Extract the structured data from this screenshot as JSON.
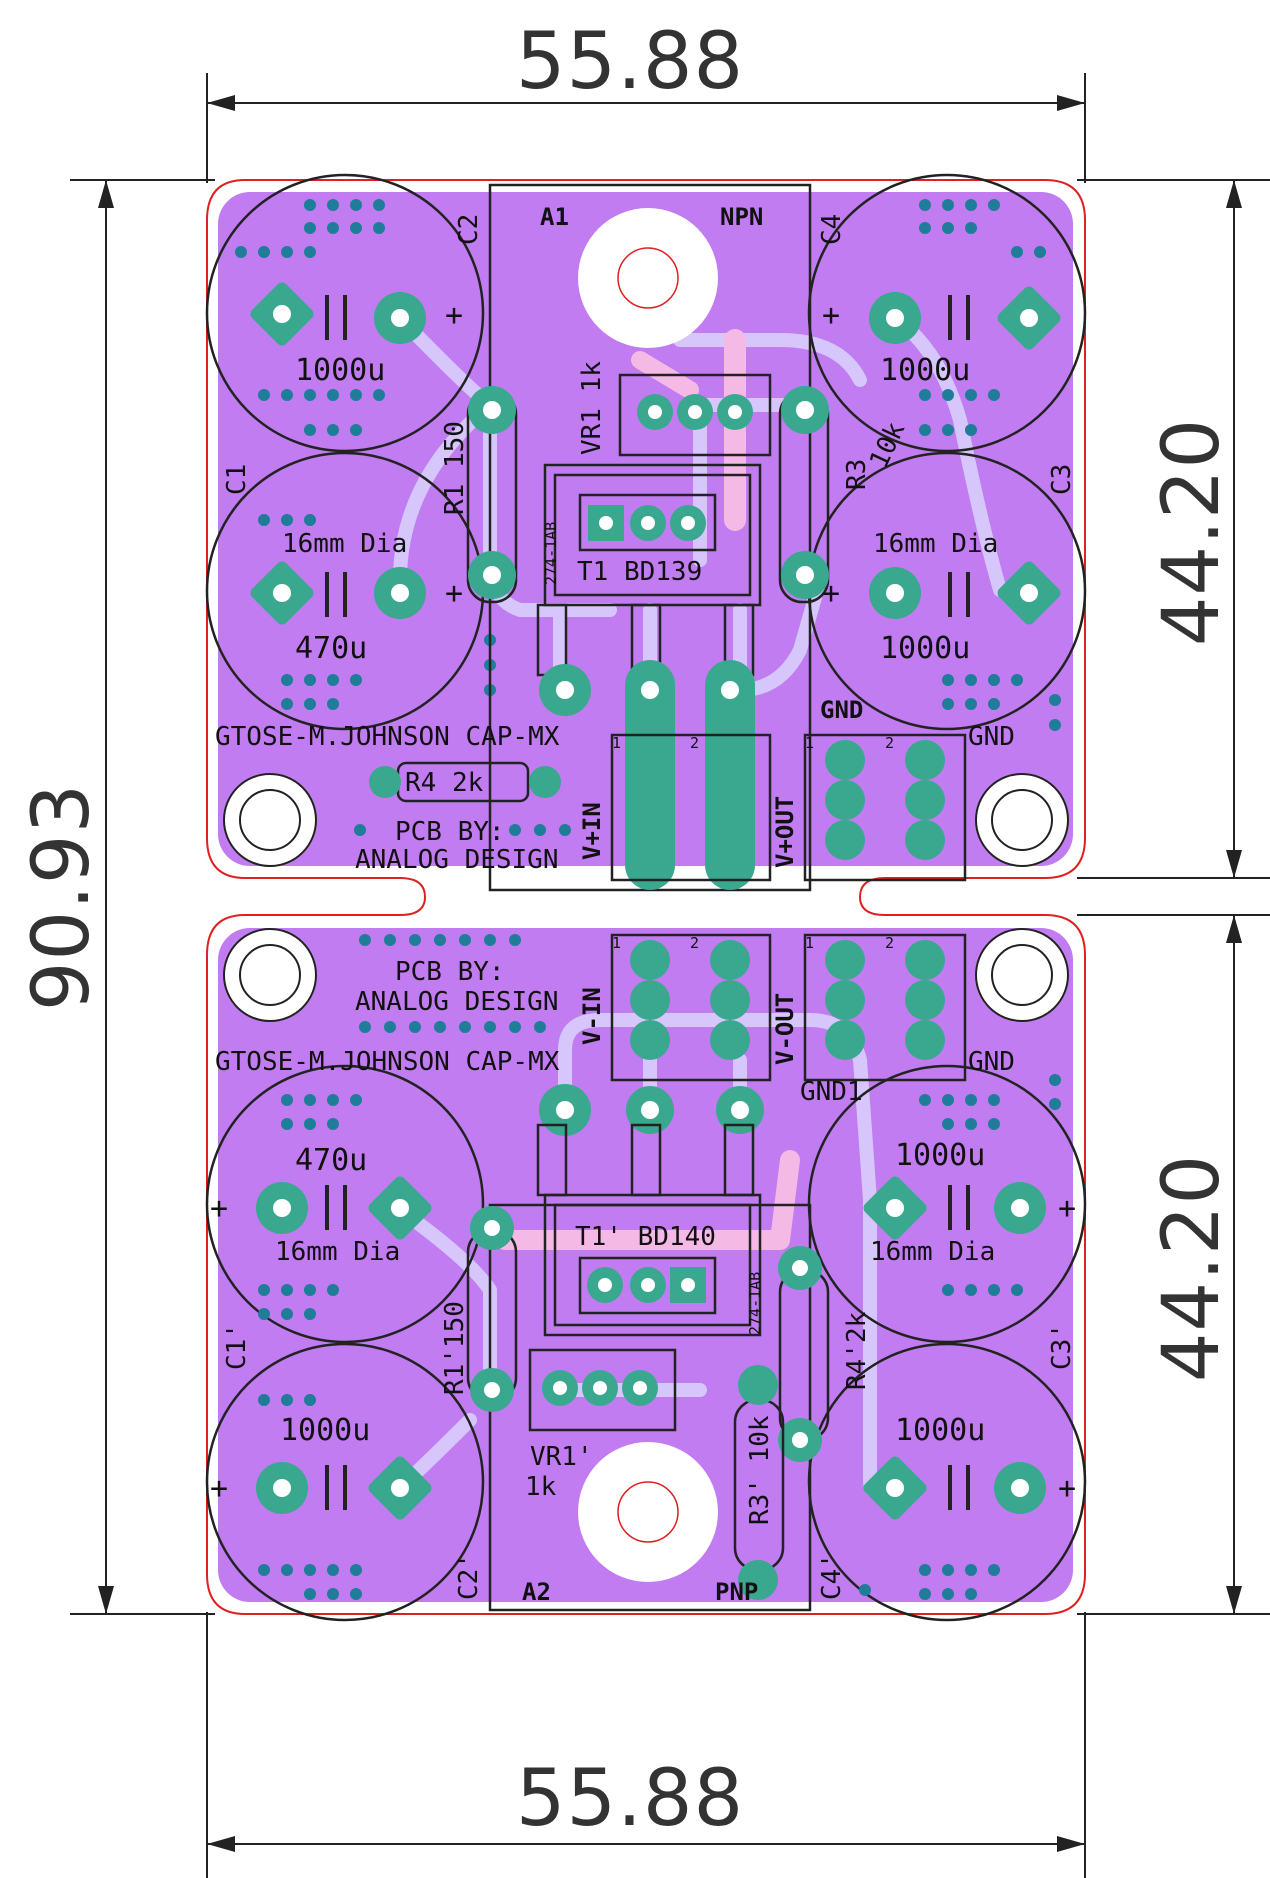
{
  "dimensions": {
    "top_width": "55.88",
    "bottom_width": "55.88",
    "total_height": "90.93",
    "upper_height": "44.20",
    "lower_height": "44.20"
  },
  "upper_board": {
    "labels": {
      "a1": "A1",
      "npn": "NPN",
      "c2": "C2",
      "c4": "C4",
      "c1": "C1",
      "c3": "C3",
      "cap_tl": "1000u",
      "cap_tr": "1000u",
      "dia_l": "16mm Dia",
      "dia_r": "16mm Dia",
      "cap_bl": "470u",
      "cap_br": "1000u",
      "r1": "R1 150",
      "vr1": "VR1 1k",
      "r3": "R3",
      "r3_val": "10k",
      "pkg": "274-1AB",
      "t1": "T1 BD139",
      "gnd_top": "GND",
      "gnd_right": "GND",
      "title": "GTOSE-M.JOHNSON CAP-MX",
      "r4": "R4  2k",
      "v_in": "V+IN",
      "v_out": "V+OUT",
      "credit1": "PCB BY:",
      "credit2": "ANALOG DESIGN",
      "pin1a": "1",
      "pin2a": "2",
      "pin1b": "1",
      "pin2b": "2",
      "plus_l1": "+",
      "plus_l2": "+",
      "plus_r1": "+",
      "plus_r2": "+"
    }
  },
  "lower_board": {
    "labels": {
      "a2": "A2",
      "pnp": "PNP",
      "c2": "C2'",
      "c4": "C4'",
      "c1": "C1'",
      "c3": "C3'",
      "cap_tl": "470u",
      "cap_tr": "1000u",
      "dia_l": "16mm Dia",
      "dia_r": "16mm Dia",
      "cap_bl": "1000u",
      "cap_br": "1000u",
      "r1": "R1'150",
      "vr1": "VR1'",
      "vr1_val": "1k",
      "r3": "R3' 10k",
      "r4": "R4'2k",
      "pkg": "274-1AB",
      "t1": "T1' BD140",
      "gnd": "GND",
      "gnd1": "GND1",
      "title": "GTOSE-M.JOHNSON CAP-MX",
      "v_in": "V-IN",
      "v_out": "V-OUT",
      "credit1": "PCB BY:",
      "credit2": "ANALOG DESIGN",
      "pin1a": "1",
      "pin2a": "2",
      "pin1b": "1",
      "pin2b": "2",
      "plus_l1": "+",
      "plus_l2": "+",
      "plus_r1": "+",
      "plus_r2": "+"
    }
  },
  "colors": {
    "board": "#c07cf0",
    "pad": "#3aa88e",
    "via": "#1f7d9a",
    "trace": "#d6c6fb",
    "edge_cut": "#e02020"
  }
}
